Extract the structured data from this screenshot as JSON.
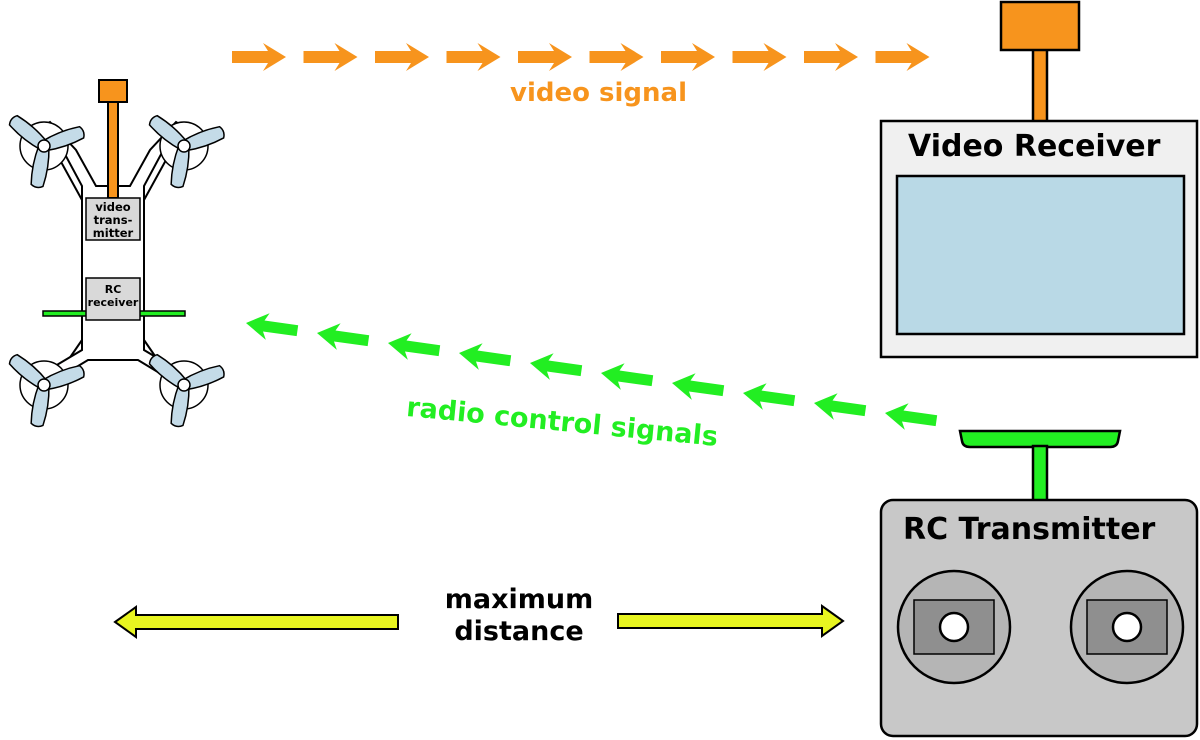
{
  "labels": {
    "video_signal": "video signal",
    "radio_control_signals": "radio control signals",
    "maximum_distance_line1": "maximum",
    "maximum_distance_line2": "distance"
  },
  "devices": {
    "video_receiver_title": "Video Receiver",
    "rc_transmitter_title": "RC Transmitter"
  },
  "drone": {
    "video_transmitter_label": [
      "video",
      "trans-",
      "mitter"
    ],
    "rc_receiver_label": [
      "RC",
      "receiver"
    ]
  },
  "colors": {
    "video_signal": "#f7941d",
    "radio_signal": "#22ee22",
    "distance_arrow": "#e8f520",
    "screen": "#b9d9e6",
    "device_body": "#c8c8c8",
    "propeller": "#c4dbe8"
  },
  "icons": {
    "video_signal_arrows": "arrow-right-icon",
    "radio_signal_arrows": "arrow-left-icon",
    "distance_arrows": "double-arrow-icon"
  }
}
